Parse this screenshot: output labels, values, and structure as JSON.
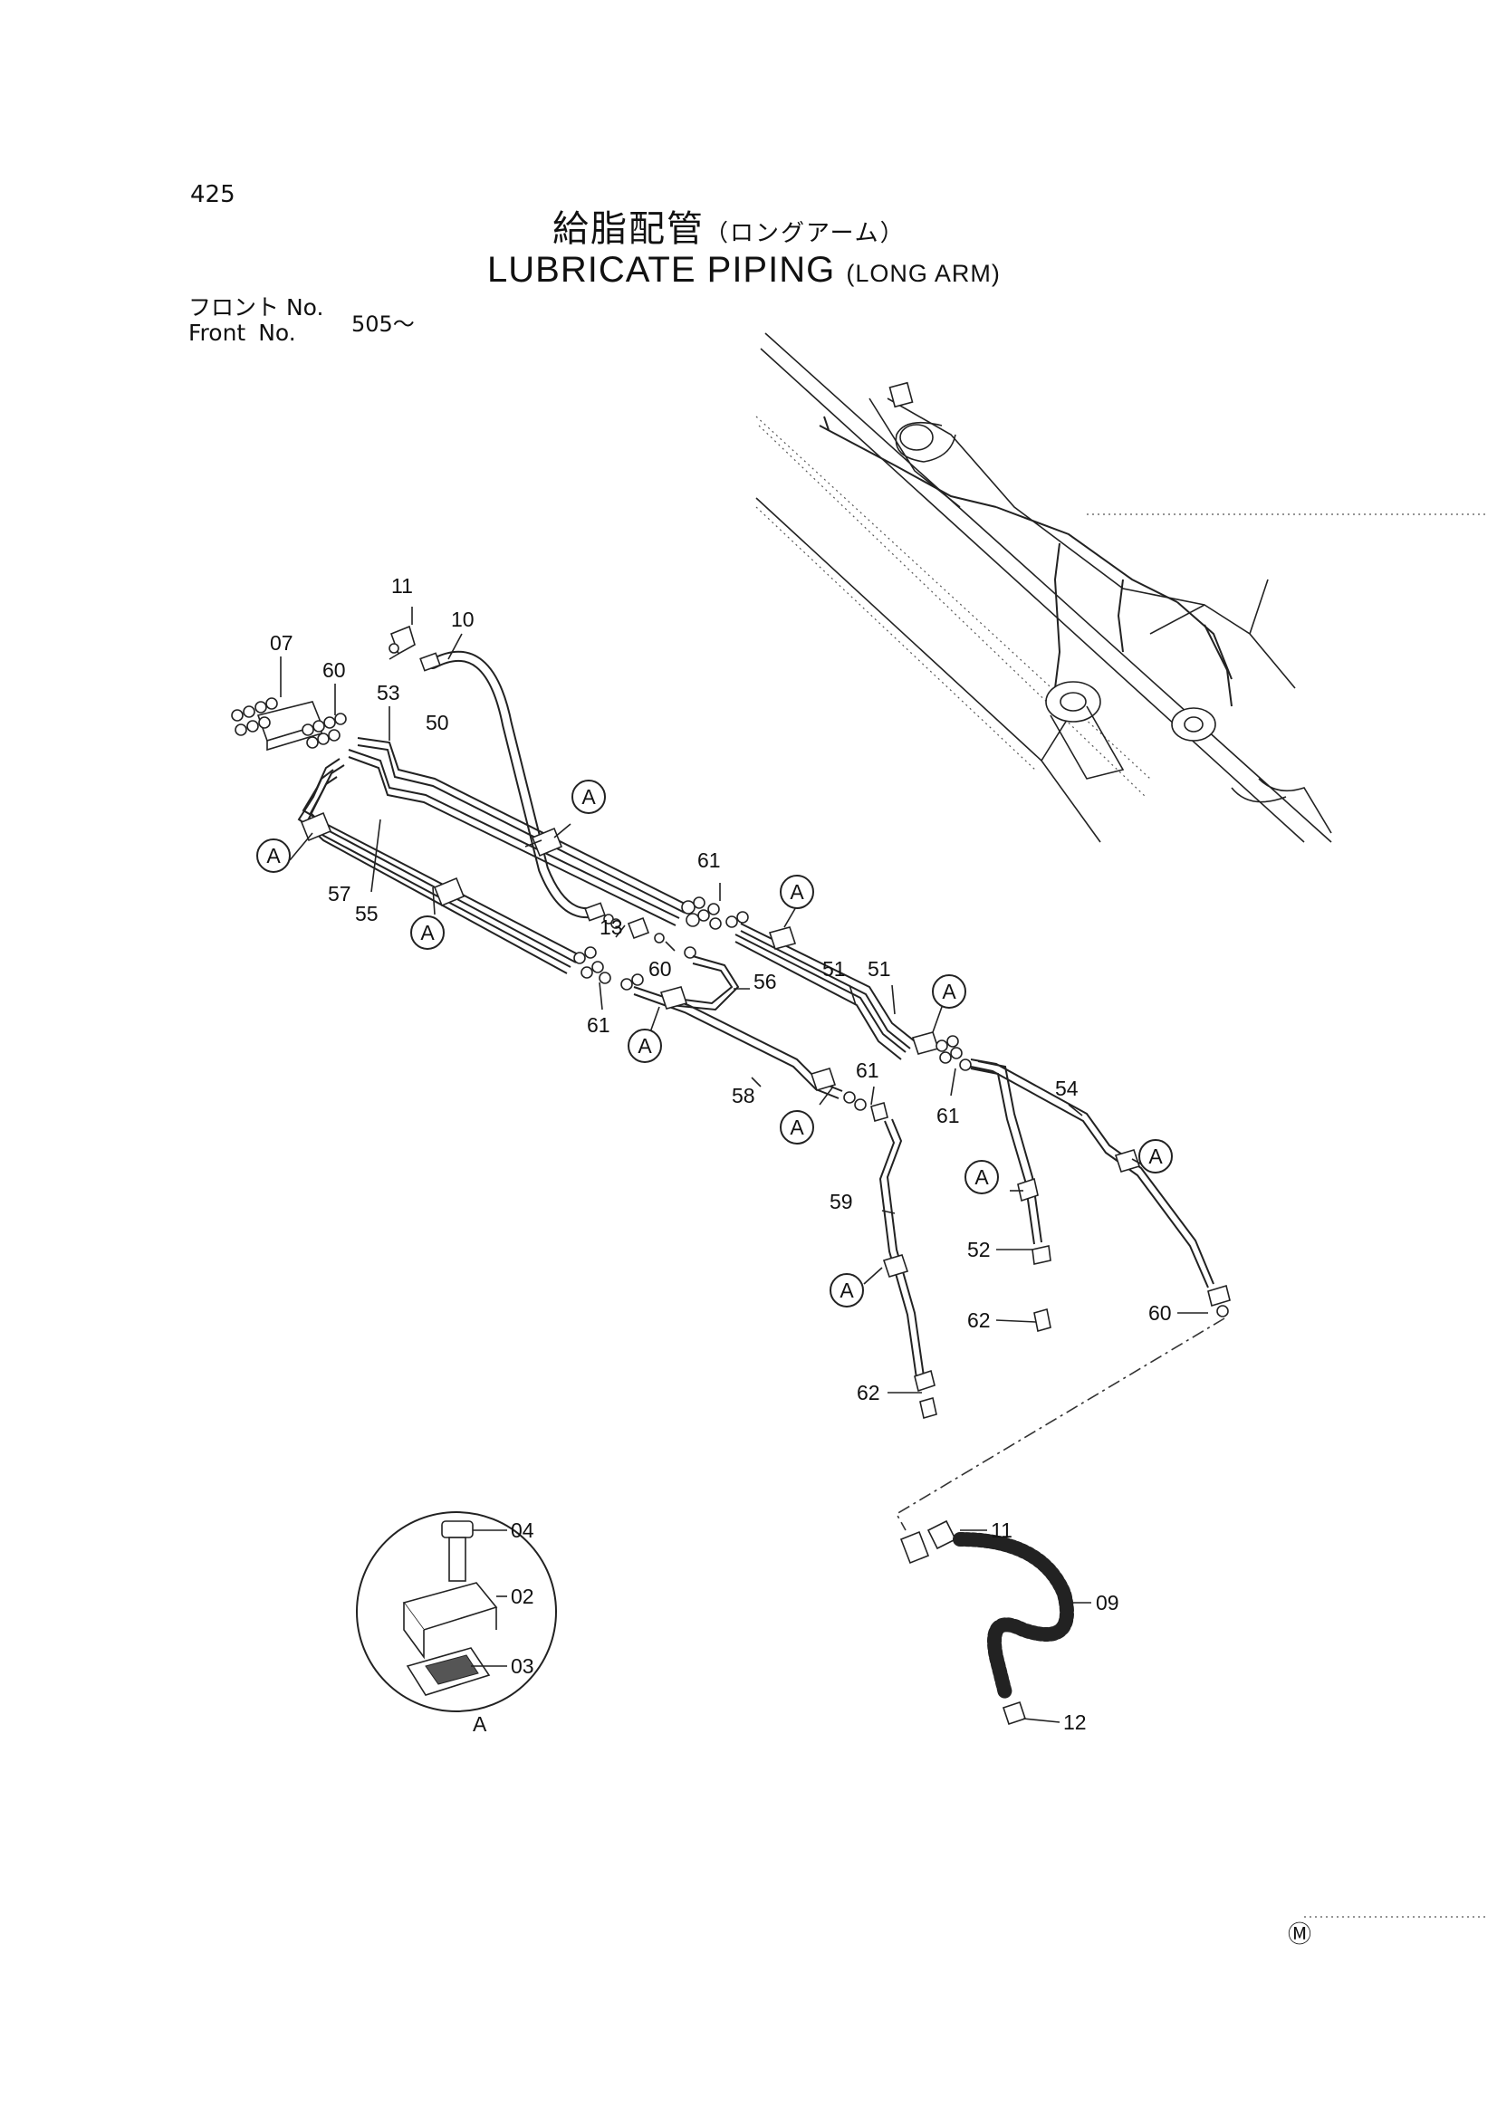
{
  "page": {
    "number": "425",
    "title_jp": "給脂配管",
    "title_jp_sub": "（ロングアーム）",
    "title_en": "LUBRICATE PIPING",
    "title_en_sub": "(LONG ARM)",
    "serial_label_jp": "フロント",
    "serial_label_en": "Front",
    "serial_no": "No.",
    "serial_from": "505～",
    "mark": "Ⓜ"
  },
  "callout_letter": "A",
  "part_numbers": {
    "p07": "07",
    "p60a": "60",
    "p53": "53",
    "p50": "50",
    "p11a": "11",
    "p10": "10",
    "p57": "57",
    "p55": "55",
    "p13": "13",
    "p61a": "61",
    "p60b": "60",
    "p61b": "61",
    "p56": "56",
    "p51a": "51",
    "p51b": "51",
    "p58": "58",
    "p61c": "61",
    "p61d": "61",
    "p54": "54",
    "p59": "59",
    "p52": "52",
    "p62a": "62",
    "p60c": "60",
    "p62b": "62",
    "p04": "04",
    "p02": "02",
    "p03": "03",
    "p11b": "11",
    "p09": "09",
    "p12": "12",
    "detail_label": "A"
  }
}
